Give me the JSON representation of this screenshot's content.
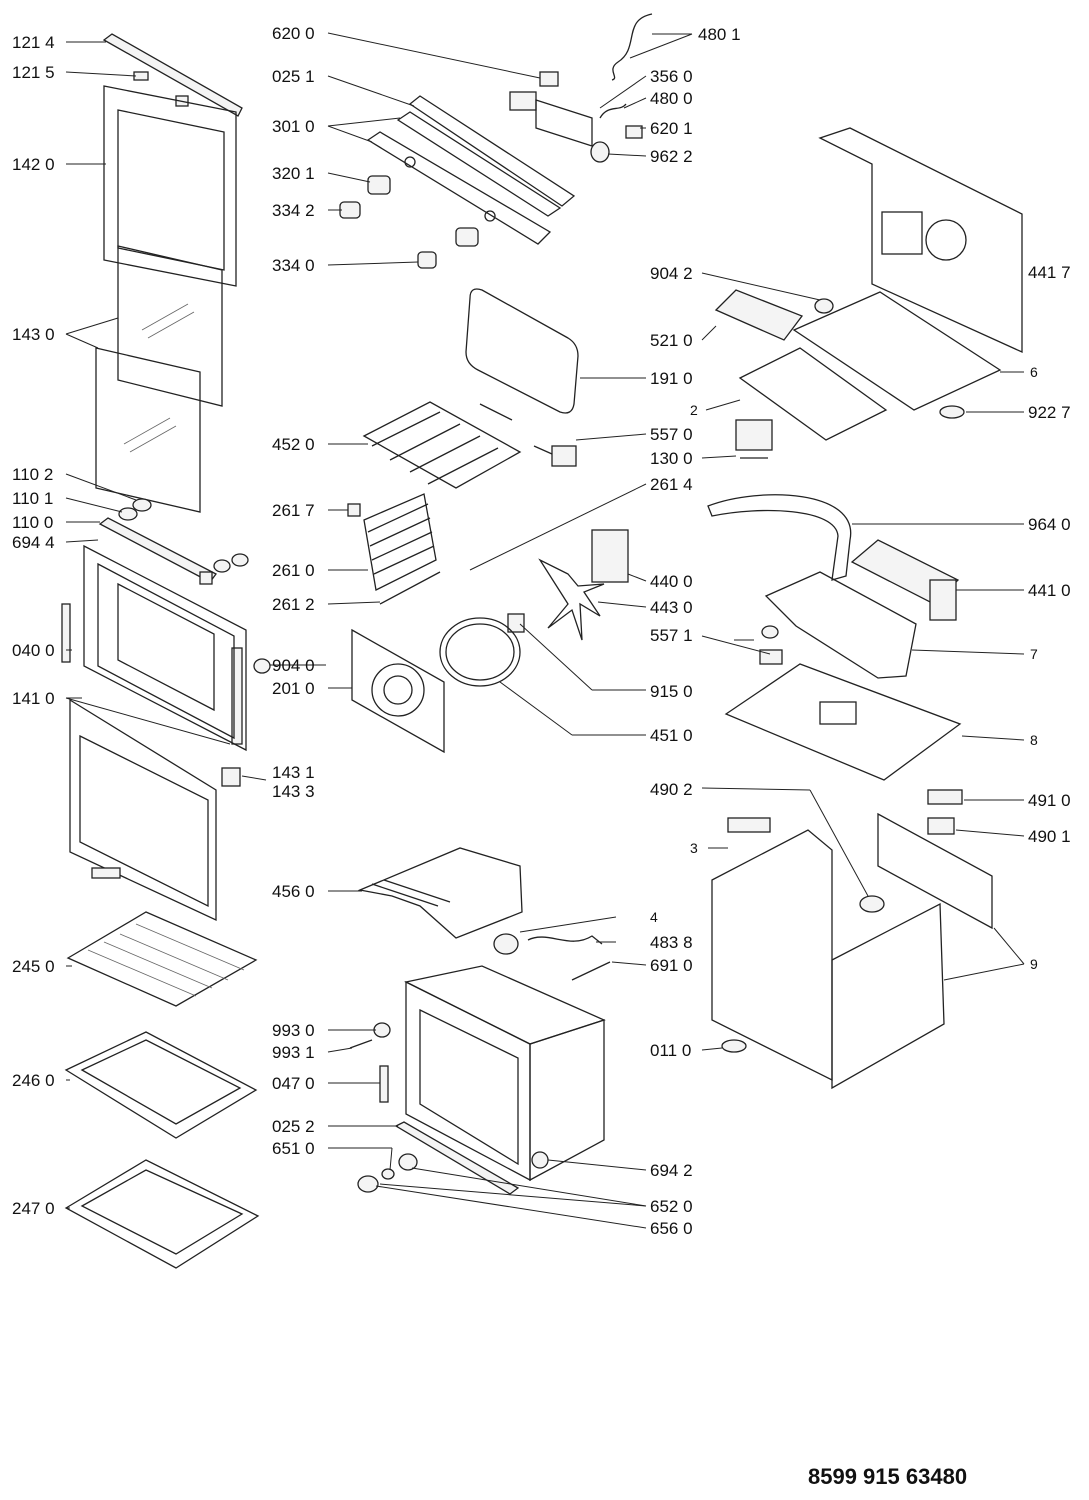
{
  "document_code": "8599 915 63480",
  "labels": {
    "l1214": "121 4",
    "l1215": "121 5",
    "l1420": "142 0",
    "l1430": "143 0",
    "l1102": "110 2",
    "l1101": "110 1",
    "l1100": "110 0",
    "l6944": "694 4",
    "l0400": "040 0",
    "l1410": "141 0",
    "l2450": "245 0",
    "l2460": "246 0",
    "l2470": "247 0",
    "l6200": "620 0",
    "l0251": "025 1",
    "l3010": "301 0",
    "l3201": "320 1",
    "l3342": "334 2",
    "l3340": "334 0",
    "l4520": "452 0",
    "l2617": "261 7",
    "l2610": "261 0",
    "l2612": "261 2",
    "l9040b": "904 0",
    "l2010": "201 0",
    "l1431": "143 1",
    "l1433": "143 3",
    "l4560": "456 0",
    "l9930": "993 0",
    "l9931": "993 1",
    "l0470": "047 0",
    "l0252": "025 2",
    "l6510": "651 0",
    "l4801": "480 1",
    "l3560": "356 0",
    "l4800": "480 0",
    "l6201": "620 1",
    "l9622": "962 2",
    "l9042": "904 2",
    "l5210": "521 0",
    "l1910": "191 0",
    "l2": "2",
    "l5570": "557 0",
    "l1300": "130 0",
    "l2614": "261 4",
    "l4400": "440 0",
    "l4430": "443 0",
    "l5571": "557 1",
    "l9150": "915 0",
    "l4510": "451 0",
    "l4902": "490 2",
    "l4": "4",
    "l4838": "483 8",
    "l6910": "691 0",
    "l0110": "011 0",
    "l6942": "694 2",
    "l6520": "652 0",
    "l6560": "656 0",
    "l3": "3",
    "l4417": "441 7",
    "l6": "6",
    "l9227": "922 7",
    "l9640": "964 0",
    "l4410": "441 0",
    "l7": "7",
    "l8": "8",
    "l4910": "491 0",
    "l4901": "490 1",
    "l9": "9"
  }
}
